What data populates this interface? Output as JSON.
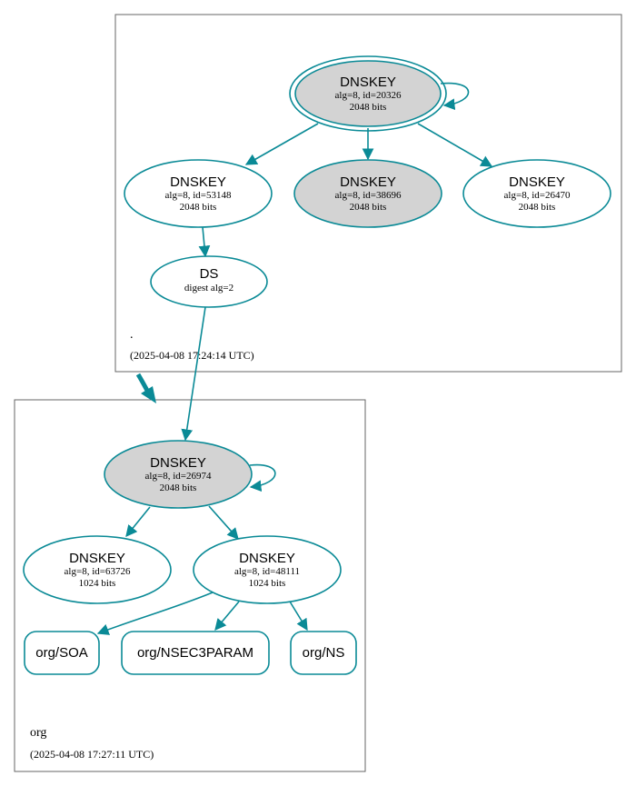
{
  "colors": {
    "edge": "#0a8a96",
    "node_stroke": "#0a8a96",
    "node_fill_shaded": "#d3d3d3",
    "node_fill_plain": "#ffffff",
    "zone_border": "#666666"
  },
  "zones": {
    "root": {
      "name": ".",
      "timestamp": "(2025-04-08 17:24:14 UTC)"
    },
    "org": {
      "name": "org",
      "timestamp": "(2025-04-08 17:27:11 UTC)"
    }
  },
  "nodes": {
    "root_ksk": {
      "title": "DNSKEY",
      "line1": "alg=8, id=20326",
      "line2": "2048 bits"
    },
    "root_zsk_53148": {
      "title": "DNSKEY",
      "line1": "alg=8, id=53148",
      "line2": "2048 bits"
    },
    "root_key_38696": {
      "title": "DNSKEY",
      "line1": "alg=8, id=38696",
      "line2": "2048 bits"
    },
    "root_key_26470": {
      "title": "DNSKEY",
      "line1": "alg=8, id=26470",
      "line2": "2048 bits"
    },
    "org_ds": {
      "title": "DS",
      "line1": "digest alg=2"
    },
    "org_ksk": {
      "title": "DNSKEY",
      "line1": "alg=8, id=26974",
      "line2": "2048 bits"
    },
    "org_key_63726": {
      "title": "DNSKEY",
      "line1": "alg=8, id=63726",
      "line2": "1024 bits"
    },
    "org_zsk_48111": {
      "title": "DNSKEY",
      "line1": "alg=8, id=48111",
      "line2": "1024 bits"
    },
    "org_soa": {
      "title": "org/SOA"
    },
    "org_nsec3param": {
      "title": "org/NSEC3PARAM"
    },
    "org_ns": {
      "title": "org/NS"
    }
  }
}
